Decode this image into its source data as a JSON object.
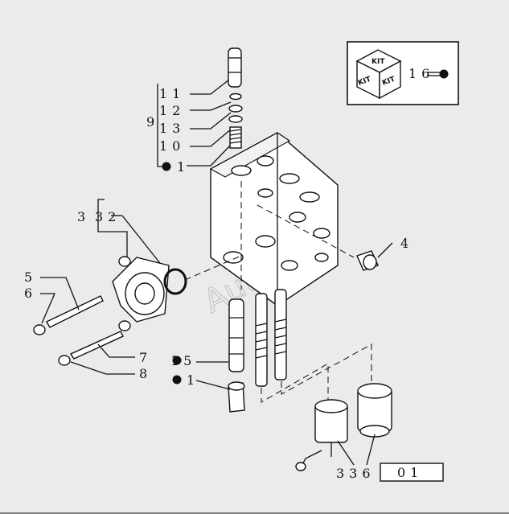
{
  "watermark": "AutoSoft",
  "kit": {
    "badge_words": [
      "KIT",
      "KIT",
      "KIT"
    ],
    "ref_number": "16"
  },
  "callouts": {
    "c11": "11",
    "c12": "12",
    "c9": "9",
    "c13": "13",
    "c10": "10",
    "c1_top": "1",
    "c32": "32",
    "c3": "3",
    "c4": "4",
    "c5": "5",
    "c6": "6",
    "c7": "7",
    "c8": "8",
    "c15": "15",
    "c1_bottom": "1",
    "c336": "336"
  },
  "ref_box": "01"
}
